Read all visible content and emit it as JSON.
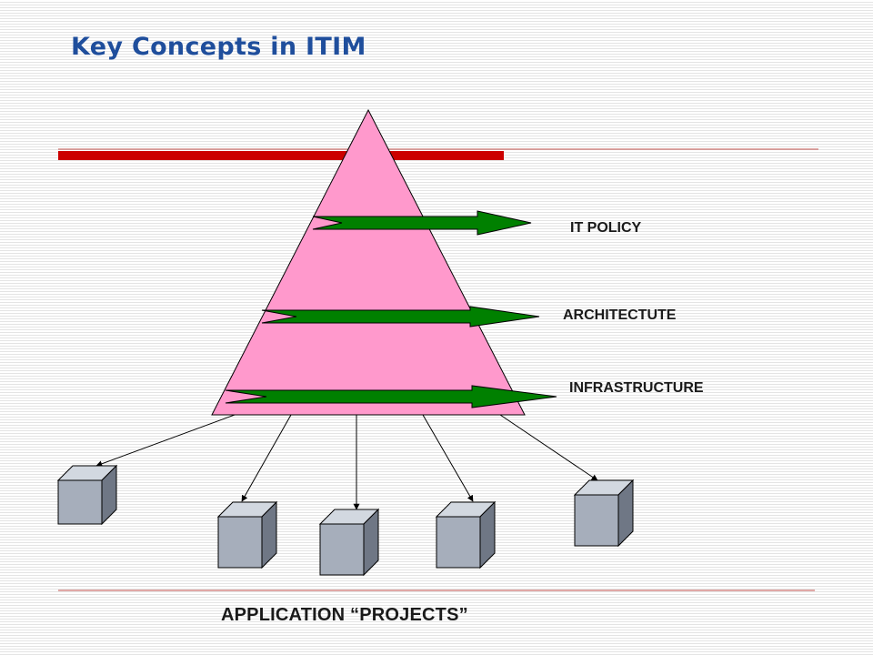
{
  "slide": {
    "title": "Key Concepts in ITIM"
  },
  "pyramid": {
    "levels": [
      {
        "label": "IT POLICY"
      },
      {
        "label": "ARCHITECTUTE"
      },
      {
        "label": "INFRASTRUCTURE"
      }
    ]
  },
  "projects": {
    "label": "APPLICATION “PROJECTS”",
    "count": 5
  },
  "colors": {
    "title": "#1f4e9c",
    "red_bar": "#cc0000",
    "rule_line": "#c0504d",
    "pyramid_fill": "#ff99cc",
    "arrow_fill": "#008000",
    "cube_front": "#a6aebb",
    "cube_side": "#6f7785",
    "cube_top": "#d2d8e0"
  }
}
